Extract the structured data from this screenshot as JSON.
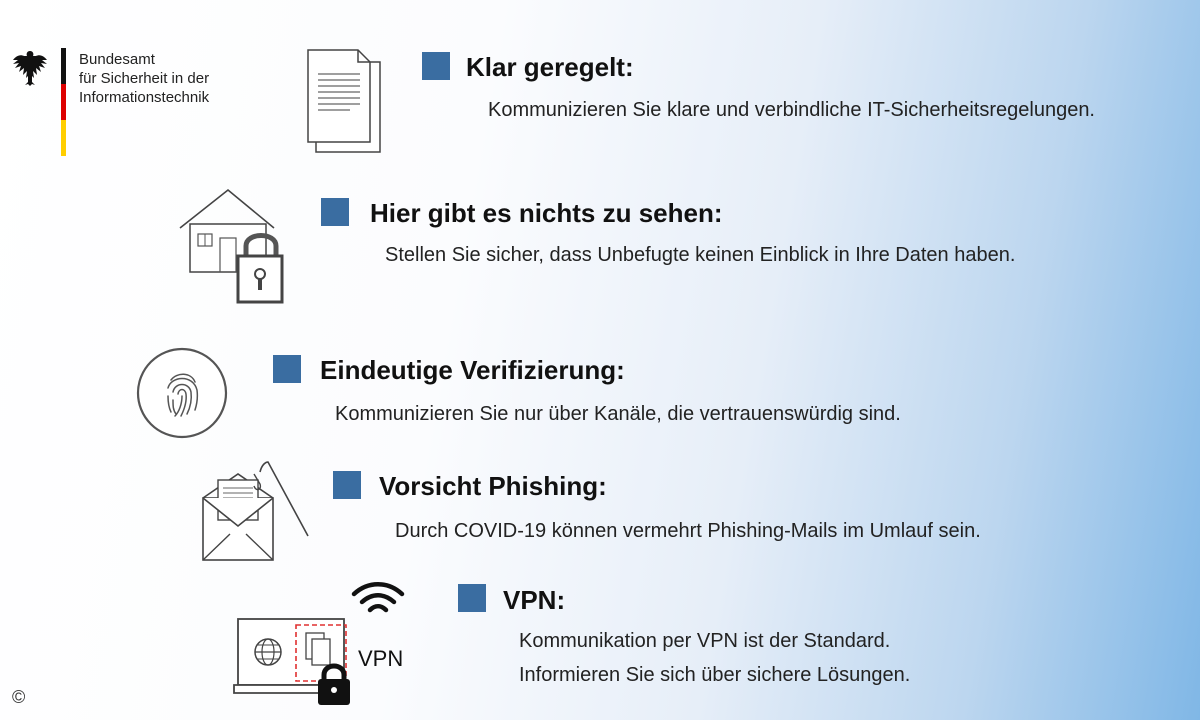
{
  "colors": {
    "square": "#3a6da1",
    "flag_black": "#111111",
    "flag_red": "#dd0000",
    "flag_gold": "#ffce00"
  },
  "logo": {
    "lines": [
      "Bundesamt",
      "für Sicherheit in der",
      "Informationstechnik"
    ]
  },
  "items": [
    {
      "heading": "Klar geregelt:",
      "icon": "document-stack-icon",
      "lines": [
        "Kommunizieren Sie klare und verbindliche IT-Sicherheitsregelungen."
      ]
    },
    {
      "heading": "Hier gibt es nichts zu sehen:",
      "icon": "house-lock-icon",
      "lines": [
        "Stellen Sie sicher, dass Unbefugte keinen Einblick in Ihre Daten haben."
      ]
    },
    {
      "heading": "Eindeutige Verifizierung:",
      "icon": "fingerprint-icon",
      "lines": [
        "Kommunizieren Sie nur über Kanäle, die vertrauenswürdig sind."
      ]
    },
    {
      "heading": "Vorsicht Phishing:",
      "icon": "phishing-mail-icon",
      "lines": [
        "Durch COVID-19 können vermehrt Phishing-Mails im Umlauf sein."
      ]
    },
    {
      "heading": "VPN:",
      "icon": "laptop-vpn-icon",
      "lines": [
        "Kommunikation per VPN ist der Standard.",
        "Informieren Sie sich über sichere Lösungen."
      ]
    }
  ],
  "vpn_icon_label": "VPN",
  "copyright": "©"
}
